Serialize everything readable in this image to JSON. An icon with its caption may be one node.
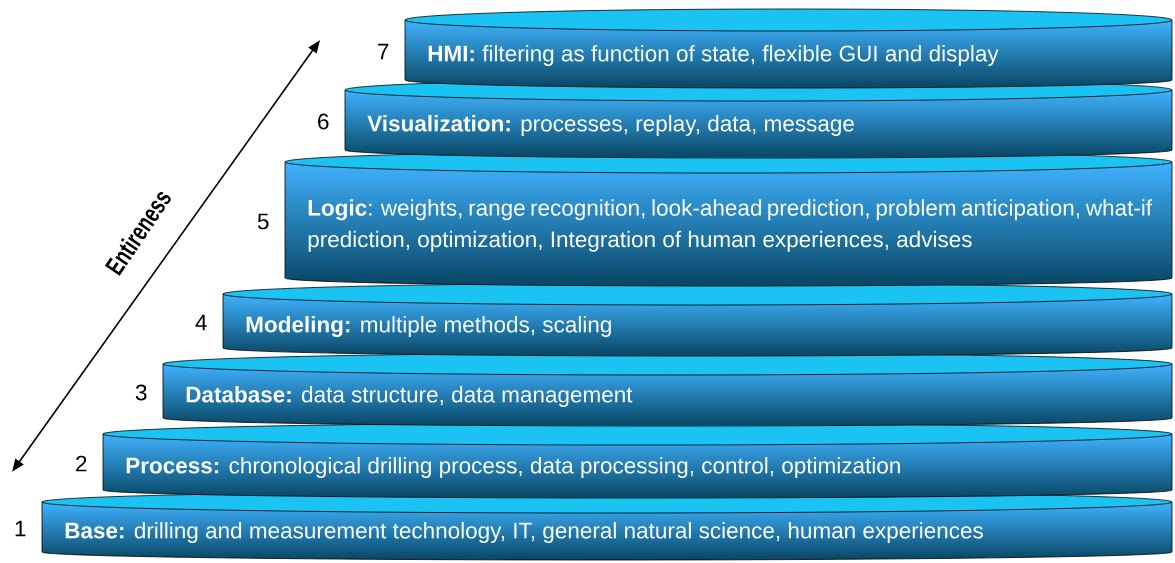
{
  "diagram": {
    "nodes": [
      {
        "text": [
          "**HMI:** filtering as function of state, flexible GUI and display"
        ],
        "beside": [
          "7"
        ]
      },
      {
        "text": [
          "**Visualization:** processes, replay, data, message"
        ],
        "beside": [
          "6"
        ]
      },
      {
        "text": [
          "**Logic**: weights, range recognition, look-ahead prediction, problem anticipation, what-if prediction, optimization, Integration of human experiences, advises"
        ],
        "beside": [
          "5"
        ]
      },
      {
        "text": [
          "**Modeling:** multiple methods, scaling"
        ],
        "beside": [
          "4"
        ]
      },
      {
        "text": [
          "**Database:** data structure, data management"
        ],
        "beside": [
          "3"
        ]
      },
      {
        "text": [
          "**Process:** chronological drilling process, data processing, control, optimization"
        ],
        "beside": [
          "2"
        ]
      },
      {
        "text": [
          "**Base:** drilling and measurement technology, IT, general natural science, human experiences"
        ],
        "beside": [
          "1"
        ]
      }
    ],
    "labels": [
      "Entireness"
    ]
  }
}
